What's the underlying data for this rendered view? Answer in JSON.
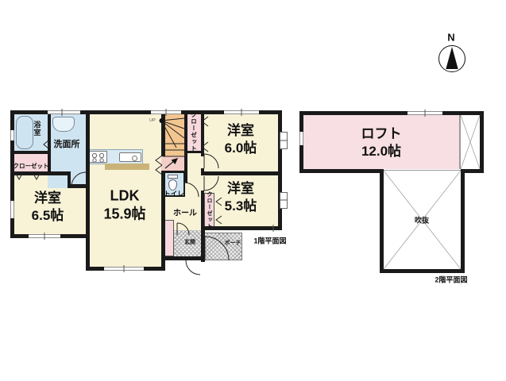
{
  "compass": {
    "north_label": "N"
  },
  "floor1": {
    "caption": "1階平面図",
    "rooms": {
      "bath": {
        "label": "浴室"
      },
      "washroom": {
        "label": "洗面所"
      },
      "closet_by_bath": {
        "label": "クローゼット"
      },
      "western_room_65": {
        "label": "洋室",
        "size": "6.5帖"
      },
      "ldk": {
        "label": "LDK",
        "size": "15.9帖"
      },
      "stairs": {
        "up_label": "UP"
      },
      "closet_by_stairs": {
        "label": "クローゼット"
      },
      "western_room_60": {
        "label": "洋室",
        "size": "6.0帖"
      },
      "toilet": {
        "label": "トイレ"
      },
      "hall": {
        "label": "ホール"
      },
      "closet_by_room53": {
        "label": "クローゼット"
      },
      "western_room_53": {
        "label": "洋室",
        "size": "5.3帖"
      },
      "entrance": {
        "label": "玄関"
      },
      "porch": {
        "label": "ポーチ"
      }
    }
  },
  "floor2": {
    "caption": "2階平面図",
    "rooms": {
      "loft": {
        "label": "ロフト",
        "size": "12.0帖"
      },
      "void": {
        "label": "吹抜"
      }
    }
  },
  "colors": {
    "room_cream": "#f8f3d7",
    "wet_area_blue": "#cfe4f1",
    "closet_pink": "#f6d8dd",
    "loft_pink": "#f7dfe3",
    "stairs_orange": "#f2c68f",
    "stair_landing_pink": "#f3cec9",
    "kitchen_counter_tan": "#c9b378",
    "wall_black": "#1a1a1a"
  }
}
